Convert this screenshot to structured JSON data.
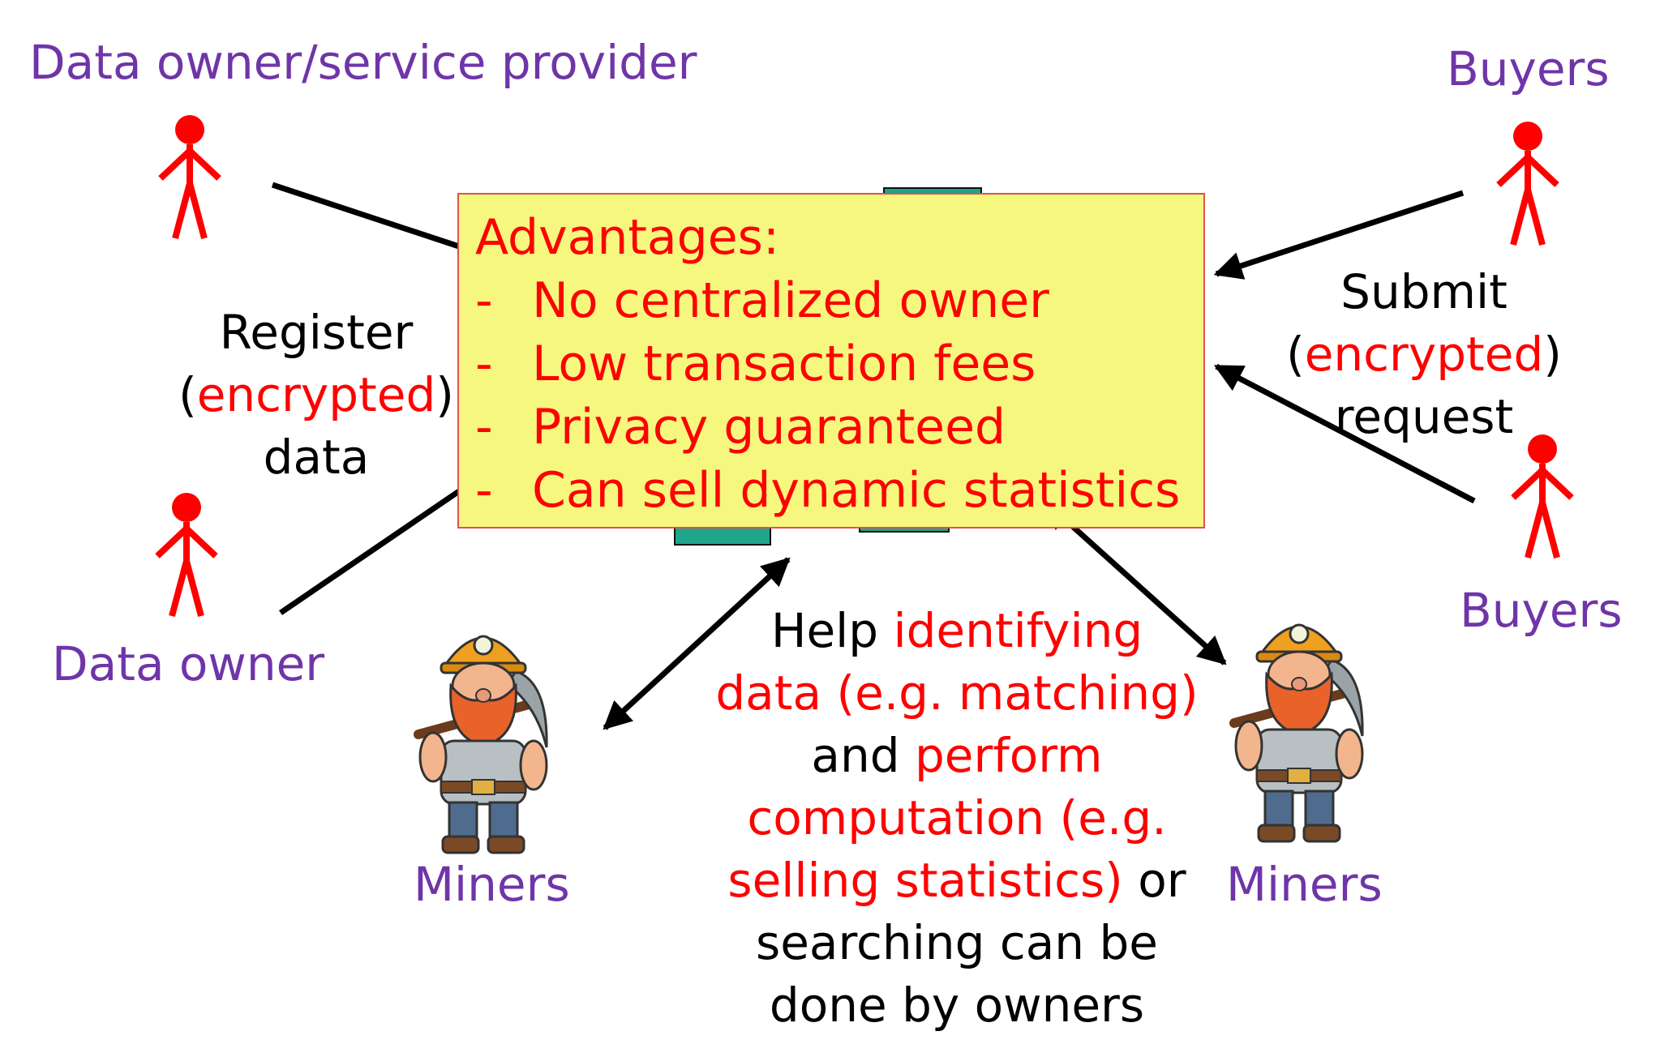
{
  "actors": {
    "data_owner_provider": "Data owner/service provider",
    "data_owner": "Data owner",
    "buyers_top": "Buyers",
    "buyers_bottom": "Buyers",
    "miners_left": "Miners",
    "miners_right": "Miners"
  },
  "register": {
    "line1": "Register",
    "open_paren": "(",
    "encrypted": "encrypted",
    "close_paren": ")",
    "line3": "data"
  },
  "submit": {
    "line1": "Submit",
    "open_paren": "(",
    "encrypted": "encrypted",
    "close_paren": ")",
    "line3": "request"
  },
  "advantages": {
    "title": "Advantages:",
    "dash": "-",
    "items": [
      "No centralized owner",
      "Low transaction fees",
      "Privacy guaranteed",
      "Can sell dynamic statistics"
    ]
  },
  "help": {
    "help_word": "Help ",
    "identifying": "identifying",
    "data_matching": "data (e.g. matching)",
    "and_word": "and ",
    "perform": "perform",
    "computation": "computation (e.g.",
    "selling": "selling statistics)",
    "or_word": " or",
    "searching": "searching can be",
    "done": "done by owners"
  },
  "colors": {
    "actor_label": "#6f35a8",
    "stick_figure": "#ff0000",
    "highlight": "#ff0000",
    "box_fill": "#f6f77e",
    "server": "#1fa58a"
  },
  "icons": [
    "stick-figure-icon",
    "miner-icon",
    "server-icon"
  ]
}
